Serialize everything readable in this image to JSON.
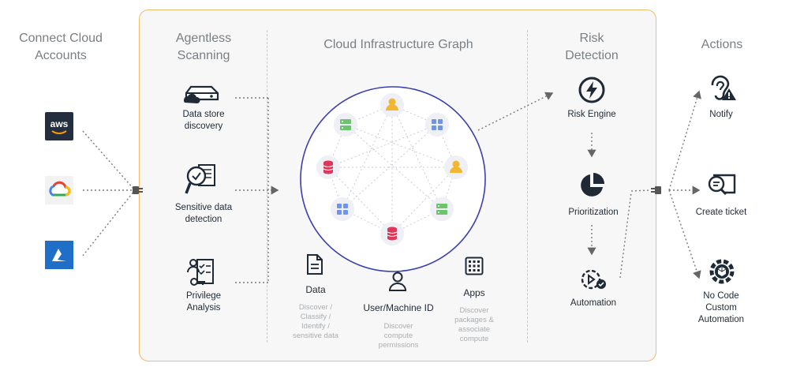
{
  "columns": {
    "connect": "Connect Cloud\nAccounts",
    "scanning": "Agentless\nScanning",
    "graph": "Cloud Infrastructure Graph",
    "risk": "Risk\nDetection",
    "actions": "Actions"
  },
  "clouds": [
    {
      "name": "aws",
      "label": "aws"
    },
    {
      "name": "gcp",
      "label": ""
    },
    {
      "name": "azure",
      "label": ""
    }
  ],
  "scanning": {
    "datastore": "Data store\ndiscovery",
    "sensitive": "Sensitive data\ndetection",
    "privilege": "Privilege\nAnalysis"
  },
  "graph_items": {
    "data": {
      "title": "Data",
      "desc": "Discover /\nClassify /\nIdentify /\nsensitive data"
    },
    "identity": {
      "title": "User/Machine ID",
      "desc": "Discover\ncompute\npermissions"
    },
    "apps": {
      "title": "Apps",
      "desc": "Discover\npackages &\nassociate\ncompute"
    }
  },
  "risk": {
    "engine": "Risk Engine",
    "prioritization": "Prioritization",
    "automation": "Automation"
  },
  "actions": {
    "notify": "Notify",
    "ticket": "Create ticket",
    "nocode": "No Code\nCustom\nAutomation"
  },
  "colors": {
    "border": "#f0bd6b",
    "circle": "#3b3fb0",
    "user": "#f2b632",
    "db": "#e0365a",
    "server": "#6cc46c",
    "app": "#6f95e8",
    "ink": "#1f2a36"
  }
}
